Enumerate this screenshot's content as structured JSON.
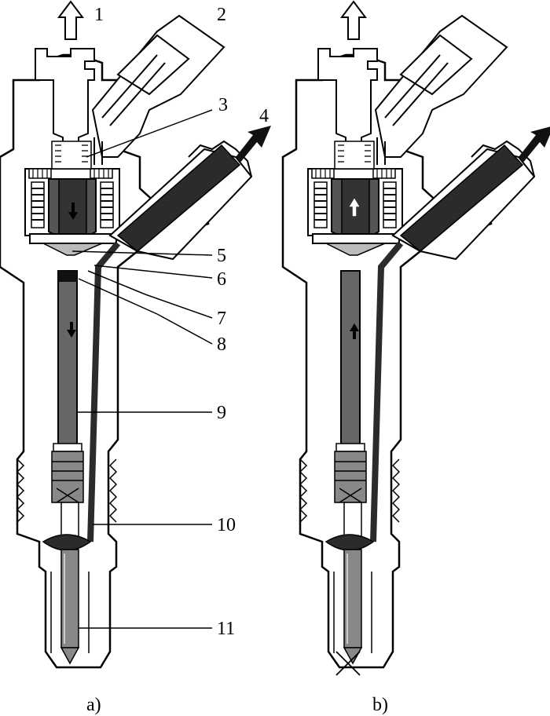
{
  "figure": {
    "callouts": [
      "1",
      "2",
      "3",
      "4",
      "5",
      "6",
      "7",
      "8",
      "9",
      "10",
      "11"
    ],
    "captions": {
      "left": "a)",
      "right": "b)"
    }
  },
  "colors": {
    "ink": "#000000",
    "dark_fill": "#2b2b2b",
    "mid_fill": "#555555",
    "light_fill": "#dddddd",
    "background": "#ffffff"
  },
  "icons": [
    "outflow-arrow-icon",
    "inflow-arrow-icon",
    "needle-down-arrow-icon",
    "needle-up-arrow-icon"
  ]
}
